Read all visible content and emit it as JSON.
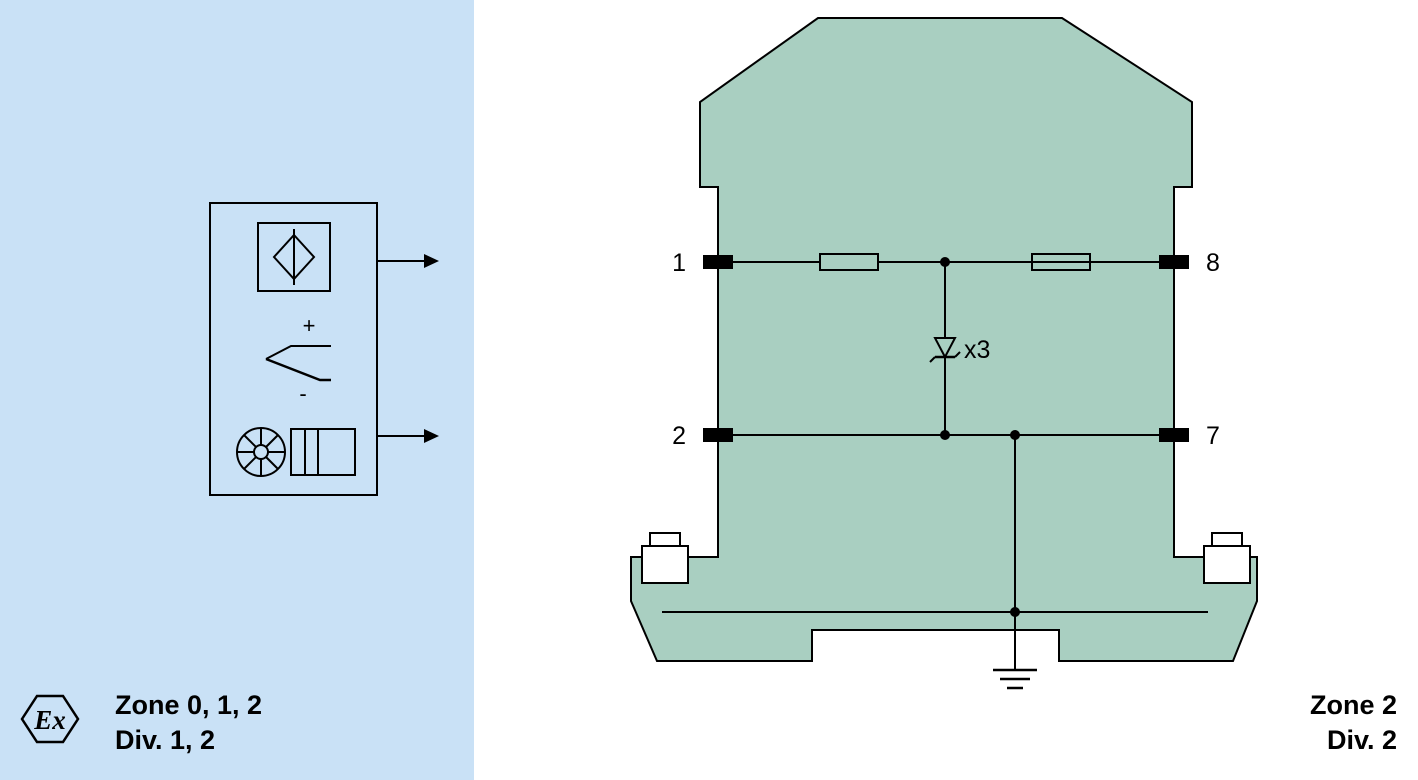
{
  "colors": {
    "hazard_bg": "#c9e1f6",
    "housing_fill": "#a9cfc1",
    "clip_fill": "#ffffff",
    "line": "#000000"
  },
  "left_panel": {
    "ex_logo": "Ex",
    "zone_label": "Zone 0, 1, 2",
    "div_label": "Div. 1, 2",
    "sensor_plus": "+",
    "sensor_minus": "-"
  },
  "right_panel": {
    "zone_label": "Zone 2",
    "div_label": "Div. 2"
  },
  "device": {
    "terminals": {
      "top_left": "1",
      "top_right": "8",
      "bottom_left": "2",
      "bottom_right": "7"
    },
    "diode_label": "x3"
  }
}
